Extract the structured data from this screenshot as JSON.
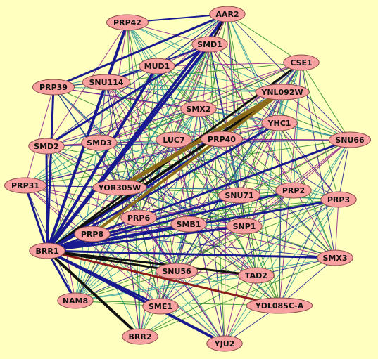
{
  "diagram": {
    "type": "network",
    "background": "#ffffc0",
    "node_color": "#f7a0a0",
    "edge_colors": [
      "#8b1a8b",
      "#2a9a9a",
      "#1a1a90",
      "#2a8a2a",
      "#111111",
      "#8b1a1a",
      "#8b6a1a"
    ],
    "nodes": [
      {
        "id": "AAR2",
        "label": "AAR2"
      },
      {
        "id": "PRP42",
        "label": "PRP42"
      },
      {
        "id": "SMD1",
        "label": "SMD1"
      },
      {
        "id": "MUD1",
        "label": "MUD1"
      },
      {
        "id": "CSE1",
        "label": "CSE1"
      },
      {
        "id": "PRP39",
        "label": "PRP39"
      },
      {
        "id": "SNU114",
        "label": "SNU114"
      },
      {
        "id": "YNL092W",
        "label": "YNL092W"
      },
      {
        "id": "SMX2",
        "label": "SMX2"
      },
      {
        "id": "YHC1",
        "label": "YHC1"
      },
      {
        "id": "SNU66",
        "label": "SNU66"
      },
      {
        "id": "SMD2",
        "label": "SMD2"
      },
      {
        "id": "SMD3",
        "label": "SMD3"
      },
      {
        "id": "LUC7",
        "label": "LUC7"
      },
      {
        "id": "PRP40",
        "label": "PRP40"
      },
      {
        "id": "PRP31",
        "label": "PRP31"
      },
      {
        "id": "YOR305W",
        "label": "YOR305W"
      },
      {
        "id": "SNU71",
        "label": "SNU71"
      },
      {
        "id": "PRP2",
        "label": "PRP2"
      },
      {
        "id": "PRP3",
        "label": "PRP3"
      },
      {
        "id": "PRP6",
        "label": "PRP6"
      },
      {
        "id": "SMB1",
        "label": "SMB1"
      },
      {
        "id": "SNP1",
        "label": "SNP1"
      },
      {
        "id": "PRP8",
        "label": "PRP8"
      },
      {
        "id": "BRR1",
        "label": "BRR1"
      },
      {
        "id": "SMX3",
        "label": "SMX3"
      },
      {
        "id": "SNU56",
        "label": "SNU56"
      },
      {
        "id": "TAD2",
        "label": "TAD2"
      },
      {
        "id": "NAM8",
        "label": "NAM8"
      },
      {
        "id": "SME1",
        "label": "SME1"
      },
      {
        "id": "YDL085C-A",
        "label": "YDL085C-A"
      },
      {
        "id": "BRR2",
        "label": "BRR2"
      },
      {
        "id": "YJU2",
        "label": "YJU2"
      }
    ]
  }
}
